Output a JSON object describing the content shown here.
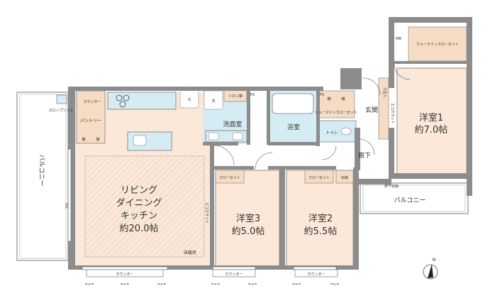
{
  "rooms": {
    "western1_name": "洋室1",
    "western1_size": "約7.0帖",
    "western2_name": "洋室2",
    "western2_size": "約5.5帖",
    "western3_name": "洋室3",
    "western3_size": "約5.0帖",
    "ldk_line1": "リビング",
    "ldk_line2": "ダイニング",
    "ldk_line3": "キッチン",
    "ldk_size": "約20.0帖",
    "washroom": "洗面室",
    "bath": "浴室",
    "toilet": "トイレ",
    "entrance": "玄関",
    "corridor": "廊下",
    "balcony_left": "バルコニー",
    "balcony_right": "バルコニー",
    "floor_heating": "床暖房"
  },
  "storage": {
    "walk_in_closet": "ウォークインクローゼット",
    "shoes_in_closet": "シューズインクローゼット",
    "closet": "クローゼット",
    "storage_room": "収納",
    "linen": "リネン庫",
    "pantry": "パントリー",
    "cabinet": "棚",
    "ps": "PS",
    "mb": "MB",
    "shoe_box": "下足入",
    "slop_sink": "スロップシンク",
    "floor_storage": "床下収納"
  },
  "fixtures": {
    "counter": "カウンター",
    "eco_carat": "エコカラット",
    "fix": "FIX",
    "fridge": "冷",
    "washer": "洗",
    "window_marks": "=+="
  },
  "compass": {
    "north": "N"
  },
  "colors": {
    "wall": "#8c8c8c",
    "floor_wood": "#fbe8d8",
    "floor_wet": "#d6ecf5",
    "floor_storage": "#f6dcc4",
    "line": "#666666"
  }
}
